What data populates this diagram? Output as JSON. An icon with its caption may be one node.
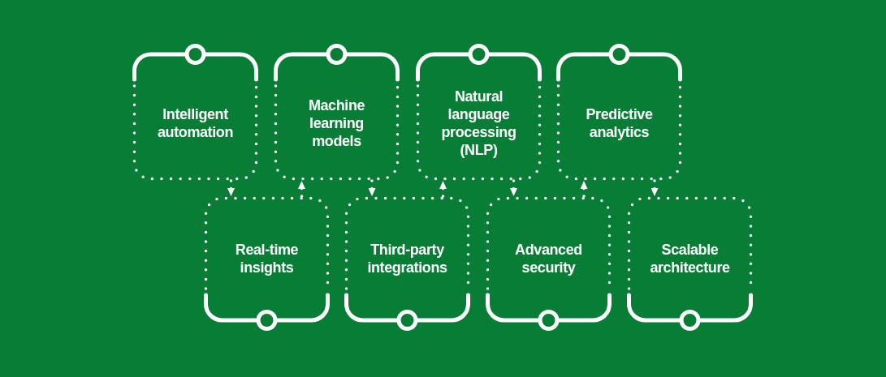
{
  "diagram": {
    "nodes": [
      {
        "text": [
          "Intelligent automation"
        ]
      },
      {
        "text": [
          "Machine learning models"
        ]
      },
      {
        "text": [
          "Natural language processing (NLP)"
        ]
      },
      {
        "text": [
          "Predictive analytics"
        ]
      },
      {
        "text": [
          "Real-time insights"
        ]
      },
      {
        "text": [
          "Third-party integrations"
        ]
      },
      {
        "text": [
          "Advanced security"
        ]
      },
      {
        "text": [
          "Scalable architecture"
        ]
      }
    ],
    "edges": [
      {
        "from": 0,
        "to": 4,
        "arrow": "to"
      },
      {
        "from": 4,
        "to": 1,
        "arrow": "to"
      },
      {
        "from": 1,
        "to": 5,
        "arrow": "to"
      },
      {
        "from": 5,
        "to": 2,
        "arrow": "to"
      },
      {
        "from": 2,
        "to": 6,
        "arrow": "to"
      },
      {
        "from": 6,
        "to": 3,
        "arrow": "to"
      },
      {
        "from": 3,
        "to": 7,
        "arrow": "to"
      }
    ]
  }
}
